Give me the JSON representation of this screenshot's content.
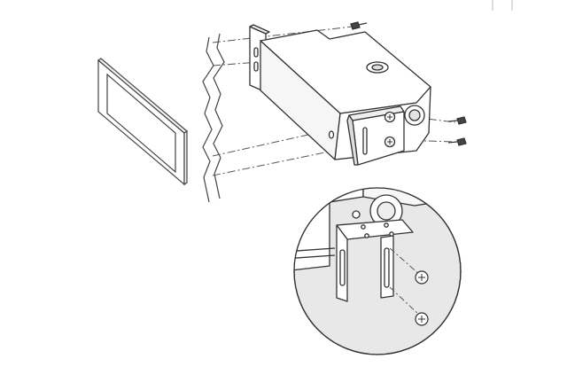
{
  "figure": {
    "type": "installation-diagram",
    "text_labels": [],
    "components": [
      "trim-frame",
      "wall-cutout",
      "device-housing",
      "mounting-bracket",
      "mounting-screws",
      "detail-magnifier"
    ],
    "colors": {
      "background": "#ffffff",
      "line": "#333333",
      "thin_line": "#555555",
      "detail_fill": "#e8e8e8",
      "screw_fill": "#ffffff"
    }
  }
}
